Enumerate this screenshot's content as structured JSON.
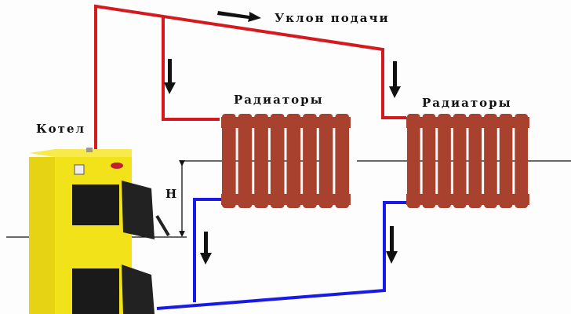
{
  "labels": {
    "supply_slope": "Уклон подачи",
    "radiators_left": "Радиаторы",
    "radiators_right": "Радиаторы",
    "boiler": "Котел",
    "height": "H"
  },
  "colors": {
    "supply_pipe": "#d41a1f",
    "return_pipe": "#1a1ae6",
    "radiator": "#a8412e",
    "boiler": "#f2e21a",
    "arrow": "#111111"
  }
}
